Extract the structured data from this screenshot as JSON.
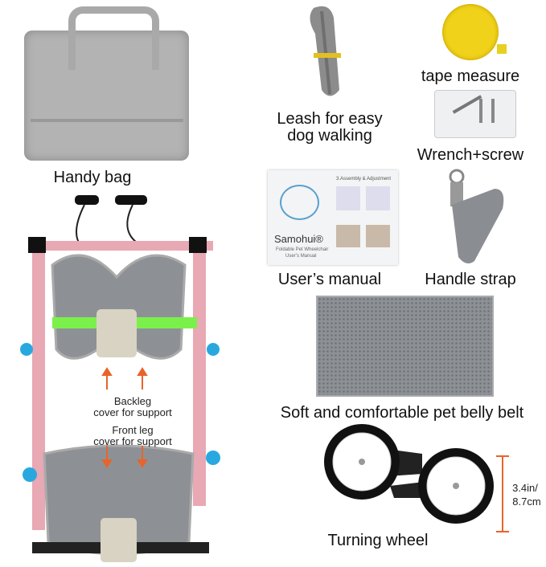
{
  "items": {
    "bag": "Handy bag",
    "leash": [
      "Leash for easy",
      "dog walking"
    ],
    "tape": "tape measure",
    "wrench": "Wrench+screw",
    "manual": "User’s manual",
    "strap": "Handle strap",
    "belt": "Soft and comfortable pet belly belt",
    "wheel": "Turning wheel"
  },
  "annotations": {
    "backleg": [
      "Backleg",
      "cover for support"
    ],
    "frontleg": [
      "Front leg",
      "cover for support"
    ],
    "wheel_size": [
      "3.4in/",
      "8.7cm"
    ]
  },
  "manual_cover": {
    "brand": "Samohui®",
    "subtitle": "Foldable Pet Wheelchair",
    "doc": "User’s Manual",
    "section": "3.Assembly & Adjustment"
  },
  "colors": {
    "frame": "#e8a8b4",
    "mesh": "#8d9196",
    "strap_green": "#7cf04a",
    "accent_blue": "#29a8e0",
    "arrow": "#e8642a",
    "tape": "#f1d21a"
  }
}
